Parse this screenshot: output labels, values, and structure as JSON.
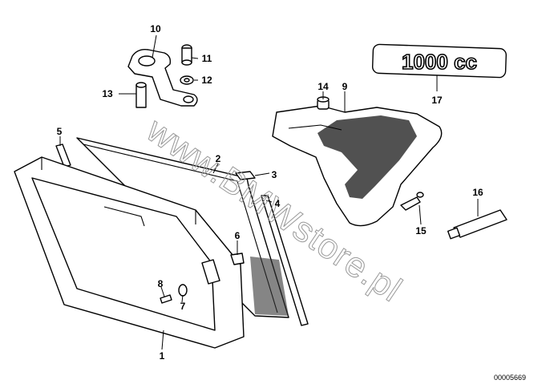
{
  "diagram": {
    "part_numbers": [
      "1",
      "2",
      "3",
      "4",
      "5",
      "6",
      "7",
      "8",
      "9",
      "10",
      "11",
      "12",
      "13",
      "14",
      "15",
      "16",
      "17"
    ],
    "badge_text": "1000 cc",
    "watermark": "www.BMWstore.pl",
    "diagram_code": "00005669"
  }
}
